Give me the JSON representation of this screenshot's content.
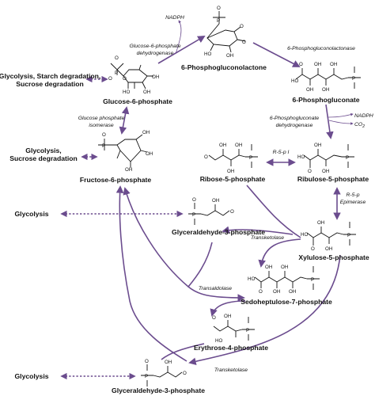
{
  "metabolites": {
    "g6p": "Glucose-6-phosphate",
    "pgl": "6-Phosphogluconolactone",
    "pg": "6-Phosphogluconate",
    "f6p": "Fructose-6-phosphate",
    "r5p": "Ribose-5-phosphate",
    "ru5p": "Ribulose-5-phosphate",
    "gap1": "Glyceraldehyde-3-phosphate",
    "x5p": "Xylulose-5-phosphate",
    "s7p": "Sedoheptulose-7-phosphate",
    "e4p": "Erythrose-4-phosphate",
    "gap2": "Glyceraldehyde-3-phosphate"
  },
  "enzymes": {
    "g6pdh_1": "Glucose-6-phosphate",
    "g6pdh_2": "dehydrogenase",
    "lactonase": "6-Phosphogluconolactonase",
    "pgi_1": "Glucose phosphate",
    "pgi_2": "isomerase",
    "pgdh_1": "6-Phosphogluconate",
    "pgdh_2": "dehydrogenase",
    "r5pi": "R-5-p I",
    "r5pe_1": "R-5-p",
    "r5pe_2": "Epimerase",
    "transketolase_1": "Transketolase",
    "transaldolase": "Transaldolase",
    "transketolase_2": "Transketolase"
  },
  "cofactors": {
    "nadph_1": "NADPH",
    "nadph_2": "NADPH",
    "co2": "CO",
    "co2_sub": "2"
  },
  "side_pathways": {
    "g6p_1": "Glycolysis, Starch degradation,",
    "g6p_2": "Sucrose degradation",
    "f6p_1": "Glycolysis,",
    "f6p_2": "Sucrose degradation",
    "gap1": "Glycolysis",
    "gap2": "Glycolysis"
  },
  "atoms": {
    "O": "O",
    "P": "P",
    "OH": "OH",
    "HO": "HO",
    "Ominus": "O",
    "minus": "−"
  },
  "colors": {
    "arrow": "#6b4c8e",
    "structure": "#111111"
  }
}
